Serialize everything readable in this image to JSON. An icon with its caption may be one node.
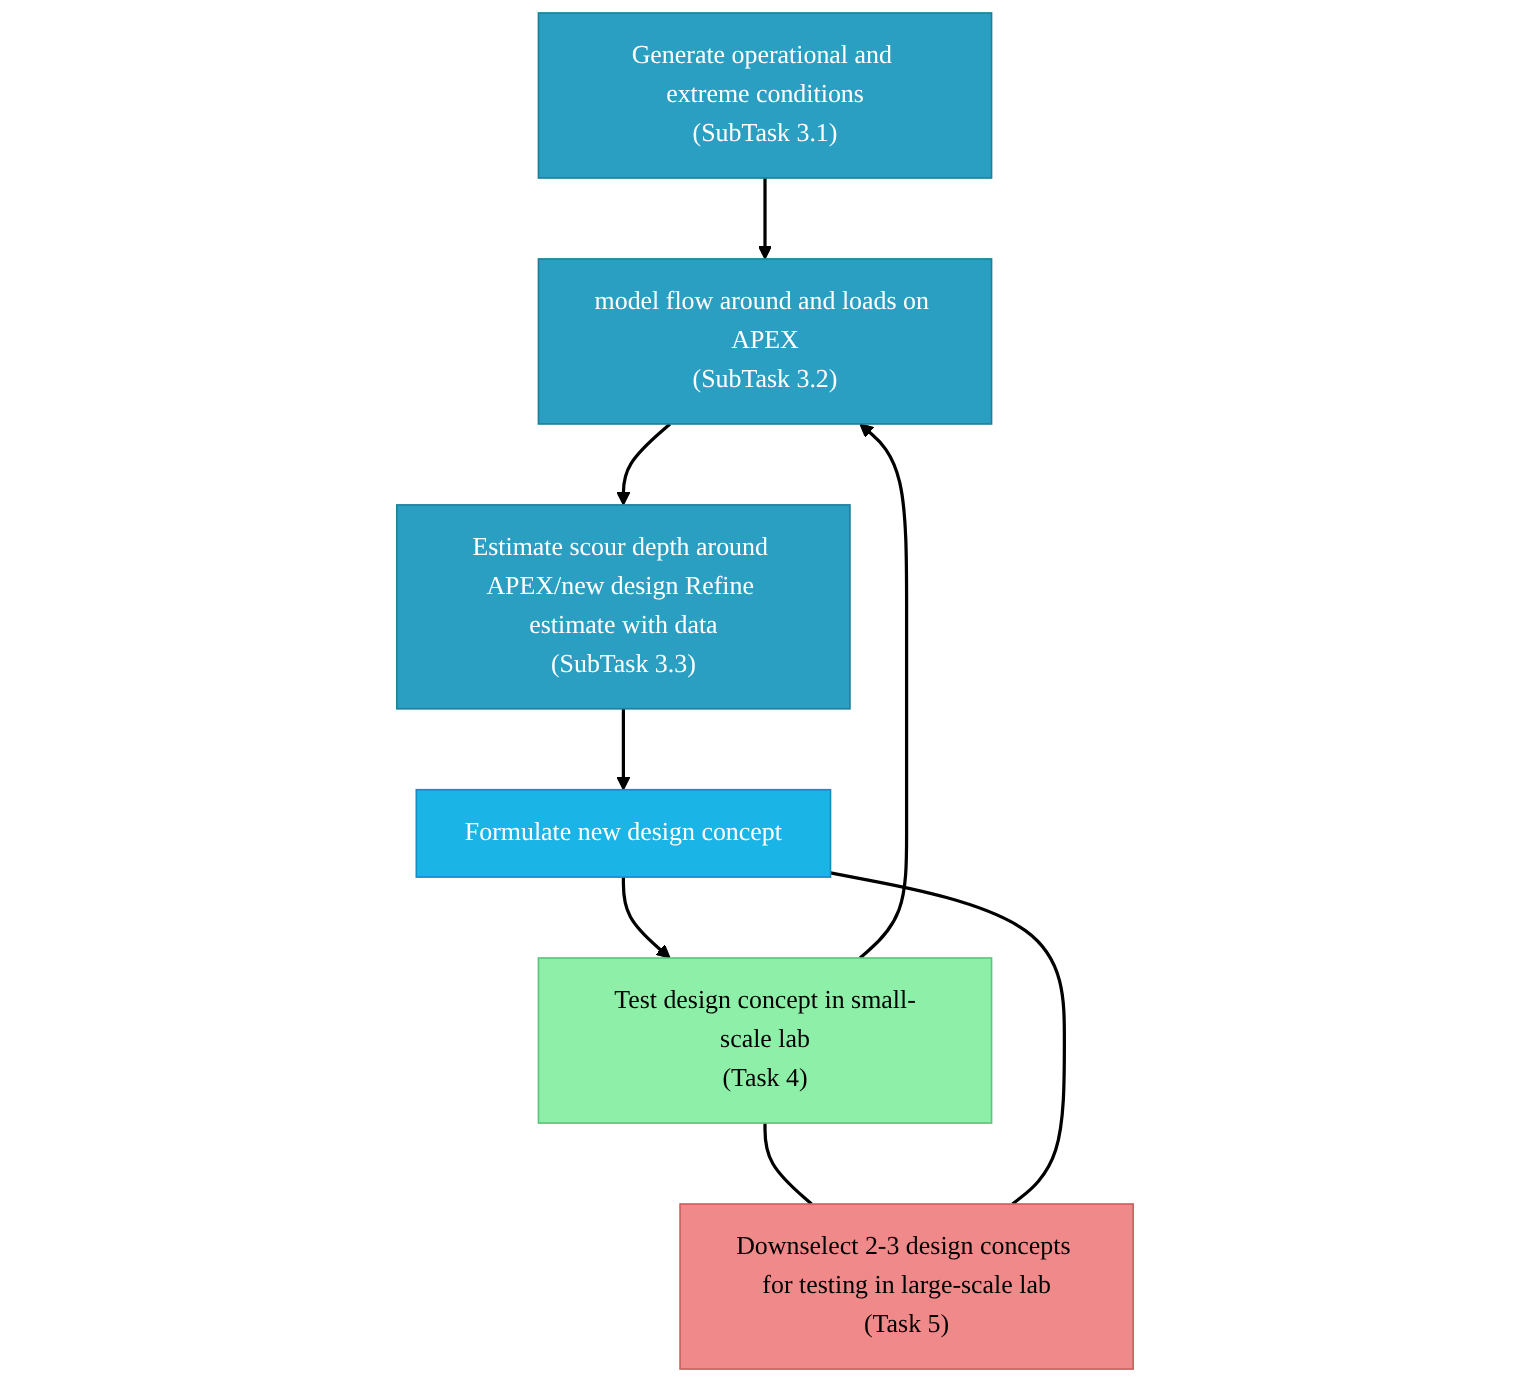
{
  "diagram": {
    "nodes": [
      {
        "text": [
          "Generate operational and extreme conditions",
          "(SubTask 3.1)"
        ]
      },
      {
        "text": [
          "model flow around and loads on APEX",
          "(SubTask 3.2)"
        ]
      },
      {
        "text": [
          "Estimate scour depth around APEX/new design Refine estimate with data",
          "(SubTask 3.3)"
        ]
      },
      {
        "text": [
          "Formulate new design concept"
        ]
      },
      {
        "text": [
          "Test design concept in small-scale lab",
          "(Task 4)"
        ]
      },
      {
        "text": [
          "Downselect 2-3 design concepts for testing in large-scale lab",
          "(Task 5)"
        ]
      }
    ],
    "edges": [
      {
        "from": 0,
        "to": 1,
        "arrow": "to"
      },
      {
        "from": 1,
        "to": 2,
        "arrow": "to"
      },
      {
        "from": 2,
        "to": 3,
        "arrow": "to"
      },
      {
        "from": 3,
        "to": 4,
        "arrow": "to"
      },
      {
        "from": 4,
        "to": 1,
        "arrow": "to"
      },
      {
        "from": 4,
        "to": 5,
        "arrow": "none"
      },
      {
        "from": 3,
        "to": 5,
        "arrow": "none"
      }
    ]
  }
}
